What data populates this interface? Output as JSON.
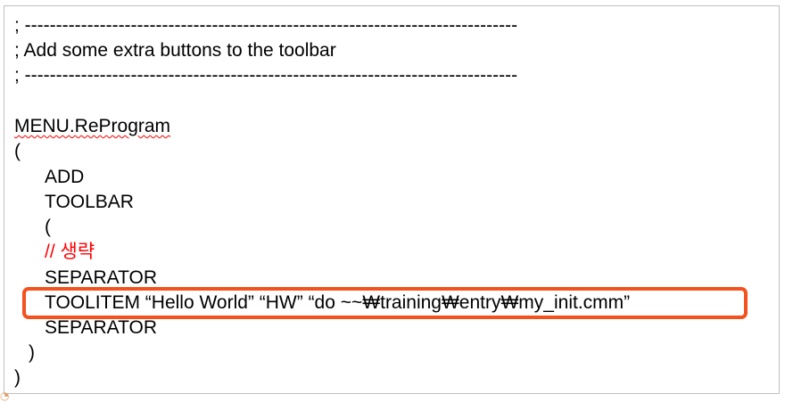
{
  "code_block": {
    "lines": [
      "; -------------------------------------------------------------------------------",
      "; Add some extra buttons to the toolbar",
      "; -------------------------------------------------------------------------------",
      "MENU.ReProgram",
      "(",
      "ADD",
      "TOOLBAR",
      "(",
      "// 생략",
      "SEPARATOR",
      "TOOLITEM “Hello World” “HW” “do ~~₩training₩entry₩my_init.cmm”",
      "SEPARATOR",
      ")",
      ")"
    ]
  },
  "highlight": {
    "color": "#f4511e"
  },
  "colors": {
    "comment_red": "#ff0000",
    "text": "#000000",
    "border": "#bfbfbf"
  }
}
